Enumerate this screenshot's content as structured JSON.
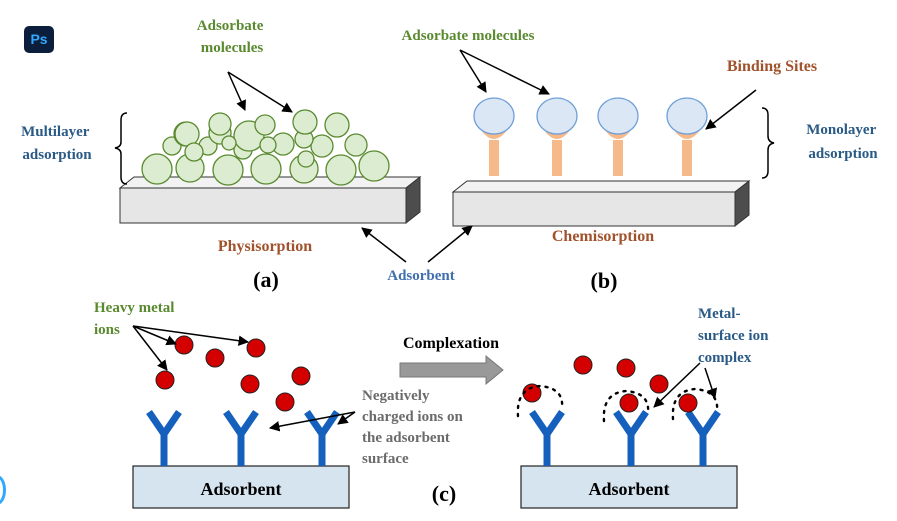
{
  "app_badge": "Ps",
  "panel_a": {
    "adsorbate_label": [
      "Adsorbate",
      "molecules"
    ],
    "layer_label": [
      "Multilayer",
      "adsorption"
    ],
    "process_label": "Physisorption",
    "caption": "(a)"
  },
  "panel_b": {
    "adsorbate_label": "Adsorbate molecules",
    "binding_label": "Binding Sites",
    "layer_label": [
      "Monolayer",
      "adsorption"
    ],
    "process_label": "Chemisorption",
    "caption": "(b)"
  },
  "adsorbent_label": "Adsorbent",
  "panel_c": {
    "metal_label": [
      "Heavy metal",
      "ions"
    ],
    "process_label": "Complexation",
    "negative_label": [
      "Negatively",
      "charged ions on",
      "the adsorbent",
      "surface"
    ],
    "complex_label": [
      "Metal-",
      "surface ion",
      "complex"
    ],
    "left_base_label": "Adsorbent",
    "right_base_label": "Adsorbent",
    "caption": "(c)"
  },
  "colors": {
    "molecule_fill": "#dcecd1",
    "molecule_stroke": "#5a8a2f",
    "slab_top": "#f2f2f2",
    "slab_front": "#e6e6e6",
    "slab_side": "#4d4d4d",
    "site_head": "#dce7f5",
    "site_stroke": "#6f9fd8",
    "site_stem": "#f6b98a",
    "ion_fill": "#d40000",
    "receptor": "#1560bd",
    "base_fill": "#d6e4f0",
    "arrow_fill": "#999999"
  }
}
